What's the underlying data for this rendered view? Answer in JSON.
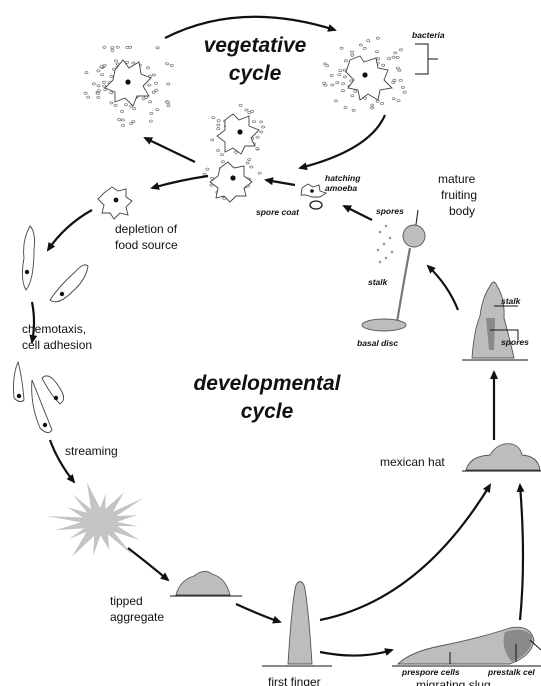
{
  "titles": {
    "vegetative": [
      "vegetative",
      "cycle"
    ],
    "developmental": [
      "developmental",
      "cycle"
    ]
  },
  "labels": {
    "bacteria": "bacteria",
    "hatching_amoeba": [
      "hatching",
      "amoeba"
    ],
    "spore_coat": "spore coat",
    "mature_fruiting_body": [
      "mature",
      "fruiting",
      "body"
    ],
    "spores": "spores",
    "stalk": "stalk",
    "basal_disc": "basal disc",
    "stalk_culminant": "stalk",
    "spores_culminant": "spores",
    "depletion": [
      "depletion of",
      "food source"
    ],
    "chemotaxis": [
      "chemotaxis,",
      "cell adhesion"
    ],
    "streaming": "streaming",
    "mexican_hat": "mexican hat",
    "tipped_aggregate": [
      "tipped",
      "aggregate"
    ],
    "first_finger": "first finger",
    "migrating_slug": "migrating slug",
    "prespore_cells": "prespore cells",
    "prestalk_cells": "prestalk cel"
  },
  "colors": {
    "ink": "#111111",
    "structure_fill": "#bdbdbd",
    "prestalk_fill": "#8a8a8a"
  }
}
